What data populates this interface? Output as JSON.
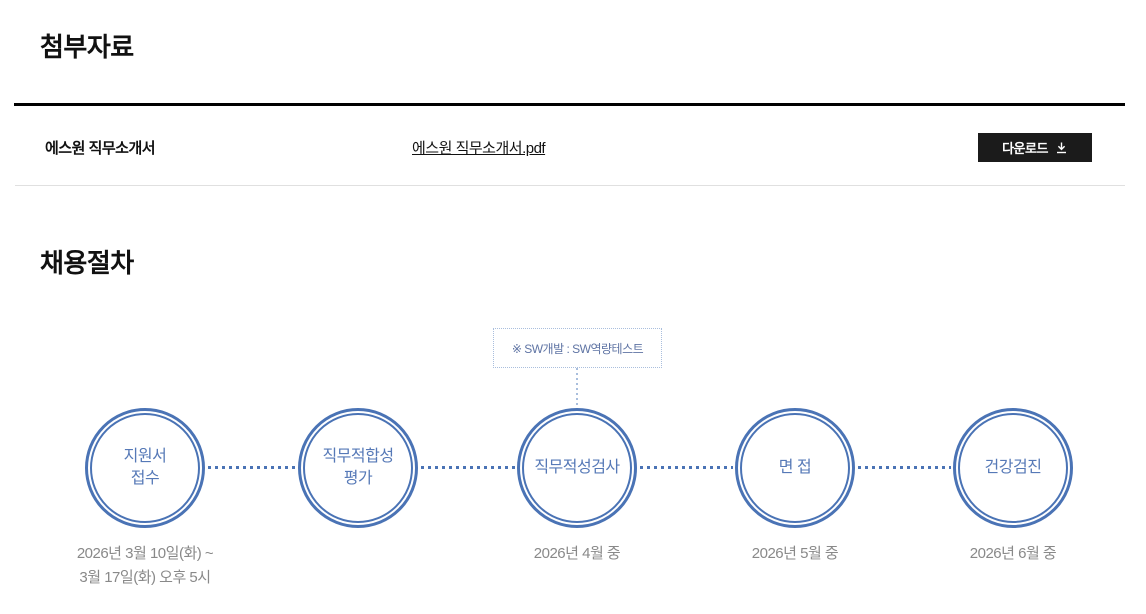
{
  "attachments": {
    "section_title": "첨부자료",
    "row": {
      "label": "에스원 직무소개서",
      "file_link": "에스원 직무소개서.pdf",
      "download_label": "다운로드",
      "download_icon": "download-icon"
    }
  },
  "process": {
    "section_title": "채용절차",
    "callout": "※ SW개발 : SW역량테스트",
    "steps": [
      {
        "label": "지원서\n접수",
        "date": "2026년 3월 10일(화) ~\n3월 17일(화) 오후 5시"
      },
      {
        "label": "직무적합성\n평가"
      },
      {
        "label": "직무적성검사",
        "date": "2026년 4월 중"
      },
      {
        "label": "면 접",
        "date": "2026년 5월 중"
      },
      {
        "label": "건강검진",
        "date": "2026년 6월 중"
      }
    ]
  },
  "colors": {
    "accent_blue": "#4a73b5",
    "circle_text_blue": "#5679b7",
    "callout_text": "#5f74a4",
    "callout_border": "#a9bedd",
    "date_gray": "#898989",
    "button_bg": "#1b1b1b",
    "divider_dark": "#000000",
    "divider_light": "#e0e0e0"
  }
}
